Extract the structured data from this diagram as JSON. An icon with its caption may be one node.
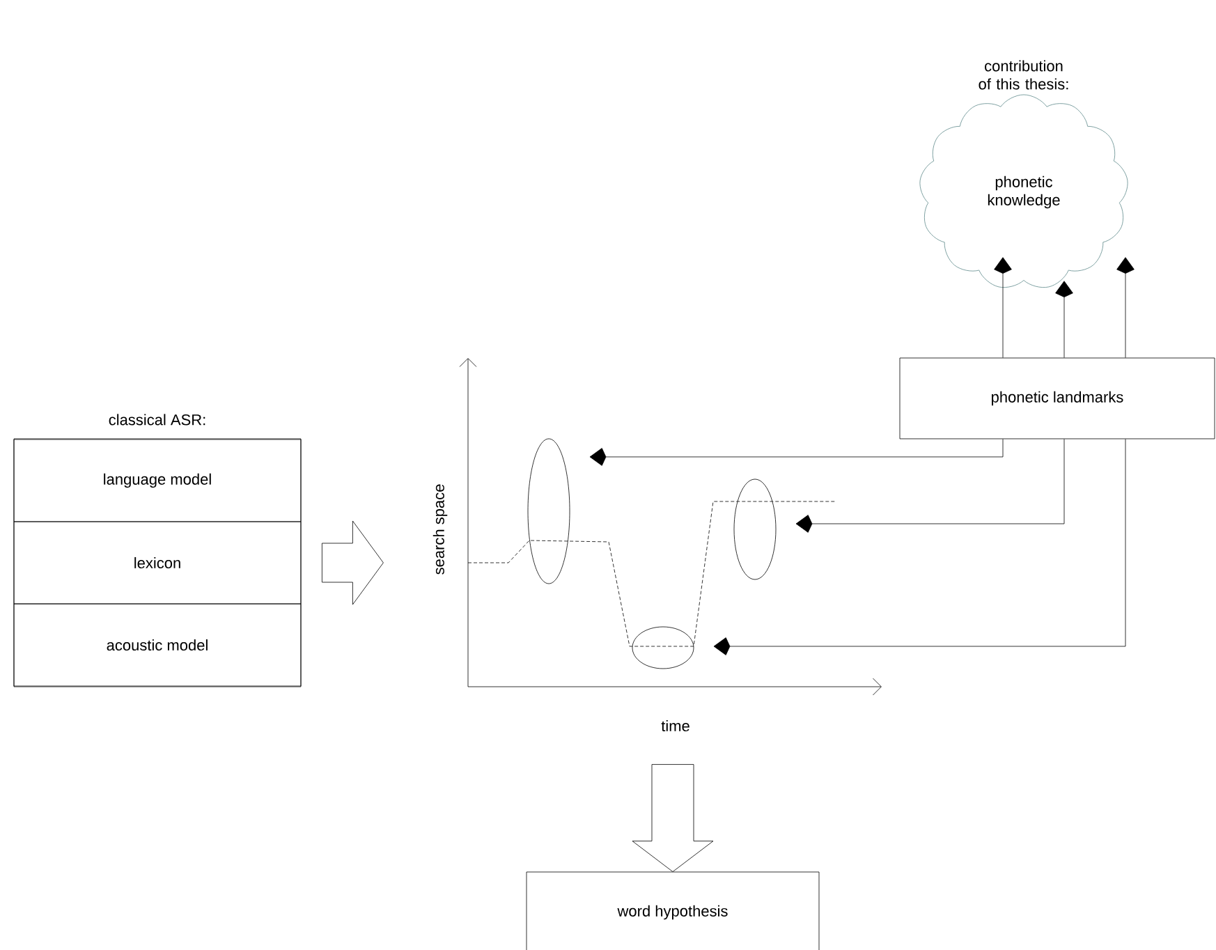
{
  "diagram": {
    "nodes": [
      {
        "text": [
          "phonetic knowledge"
        ],
        "beside": [
          "contribution of this thesis:"
        ]
      },
      {
        "text": [
          "phonetic landmarks"
        ]
      },
      {
        "text": [
          "classical ASR:"
        ]
      },
      {
        "text": [
          "language model"
        ],
        "in": 2
      },
      {
        "text": [
          "lexicon"
        ],
        "in": 2
      },
      {
        "text": [
          "acoustic model"
        ],
        "in": 2
      },
      {
        "text": [],
        "shape": "ellipse"
      },
      {
        "text": [],
        "shape": "ellipse"
      },
      {
        "text": [],
        "shape": "ellipse"
      },
      {
        "text": [
          "word hypothesis"
        ]
      }
    ],
    "edges": [
      {
        "from": 1,
        "to": 0,
        "arrow": "to"
      },
      {
        "from": 1,
        "to": 0,
        "arrow": "to"
      },
      {
        "from": 1,
        "to": 0,
        "arrow": "to"
      },
      {
        "from": 1,
        "to": 6,
        "arrow": "to"
      },
      {
        "from": 1,
        "to": 7,
        "arrow": "to"
      },
      {
        "from": 1,
        "to": 8,
        "arrow": "to"
      },
      {
        "from": 2,
        "to": null,
        "arrow": "to",
        "style": "thick"
      },
      {
        "from": null,
        "to": 9,
        "arrow": "to",
        "style": "thick"
      }
    ],
    "labels": [
      "search space",
      "time"
    ]
  }
}
